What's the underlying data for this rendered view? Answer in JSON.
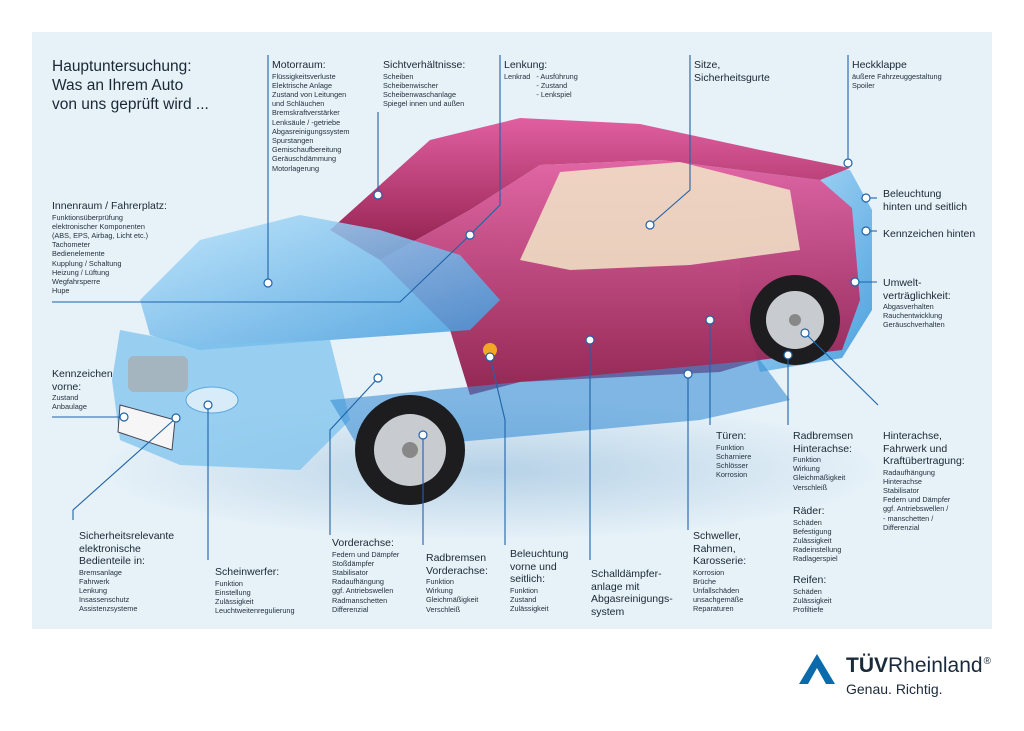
{
  "title": "Hauptuntersuchung:\nWas an Ihrem Auto\nvon uns geprüft wird ...",
  "sections": {
    "motorraum": {
      "heading": "Motorraum:",
      "items": [
        "Flüssigkeitsverluste",
        "Elektrische Anlage",
        "Zustand von Leitungen",
        "und Schläuchen",
        "Bremskraftverstärker",
        "Lenksäule / -getriebe",
        "Abgasreinigungssystem",
        "Spurstangen",
        "Gemischaufbereitung",
        "Geräuschdämmung",
        "Motorlagerung"
      ]
    },
    "sicht": {
      "heading": "Sichtverhältnisse:",
      "items": [
        "Scheiben",
        "Scheibenwischer",
        "Scheibenwaschanlage",
        "Spiegel innen und außen"
      ]
    },
    "lenkung": {
      "heading": "Lenkung:",
      "left": "Lenkrad",
      "items": [
        "- Ausführung",
        "- Zustand",
        "- Lenkspiel"
      ]
    },
    "sitze": {
      "heading": "Sitze,\nSicherheitsgurte"
    },
    "heckklappe": {
      "heading": "Heckklappe",
      "items": [
        "äußere Fahrzeuggestaltung",
        "Spoiler"
      ]
    },
    "innenraum": {
      "heading": "Innenraum / Fahrerplatz:",
      "items": [
        "Funktionsüberprüfung",
        "elektronischer Komponenten",
        "(ABS, EPS, Airbag, Licht etc.)",
        "Tachometer",
        "Bedienelemente",
        "Kupplung / Schaltung",
        "Heizung / Lüftung",
        "Wegfahrsperre",
        "Hupe"
      ]
    },
    "beleuchtung_hinten": {
      "heading": "Beleuchtung\nhinten und seitlich"
    },
    "kennzeichen_hinten": {
      "heading": "Kennzeichen hinten"
    },
    "umwelt": {
      "heading": "Umwelt-\nverträglichkeit:",
      "items": [
        "Abgasverhalten",
        "Rauchentwicklung",
        "Geräuschverhalten"
      ]
    },
    "kennzeichen_vorne": {
      "heading": "Kennzeichen\nvorne:",
      "items": [
        "Zustand",
        "Anbaulage"
      ]
    },
    "tueren": {
      "heading": "Türen:",
      "items": [
        "Funktion",
        "Scharniere",
        "Schlösser",
        "Korrosion"
      ]
    },
    "radbremsen_hinten": {
      "heading": "Radbremsen\nHinterachse:",
      "items": [
        "Funktion",
        "Wirkung",
        "Gleichmäßigkeit",
        "Verschleiß"
      ]
    },
    "hinterachse": {
      "heading": "Hinterachse,\nFahrwerk und\nKraftübertragung:",
      "items": [
        "Radaufhängung",
        "Hinterachse",
        "Stabilisator",
        "Federn und Dämpfer",
        "ggf. Antriebswellen /",
        "- manschetten /",
        "Differenzial"
      ]
    },
    "raeder": {
      "heading": "Räder:",
      "items": [
        "Schäden",
        "Befestigung",
        "Zulässigkeit",
        "Radeinstellung",
        "Radlagerspiel"
      ]
    },
    "reifen": {
      "heading": "Reifen:",
      "items": [
        "Schäden",
        "Zulässigkeit",
        "Profiltiefe"
      ]
    },
    "sicherheit": {
      "heading": "Sicherheitsrelevante\nelektronische\nBedienteile in:",
      "items": [
        "Bremsanlage",
        "Fahrwerk",
        "Lenkung",
        "Insassenschutz",
        "Assistenzsysteme"
      ]
    },
    "scheinwerfer": {
      "heading": "Scheinwerfer:",
      "items": [
        "Funktion",
        "Einstellung",
        "Zulässigkeit",
        "Leuchtweitenregulierung"
      ]
    },
    "vorderachse": {
      "heading": "Vorderachse:",
      "items": [
        "Federn und Dämpfer",
        "Stoßdämpfer",
        "Stabilisator",
        "Radaufhängung",
        "ggf. Antriebswellen",
        "Radmanschetten",
        "Differenzial"
      ]
    },
    "radbremsen_vorne": {
      "heading": "Radbremsen\nVorderachse:",
      "items": [
        "Funktion",
        "Wirkung",
        "Gleichmäßigkeit",
        "Verschleiß"
      ]
    },
    "beleuchtung_vorne": {
      "heading": "Beleuchtung\nvorne und\nseitlich:",
      "items": [
        "Funktion",
        "Zustand",
        "Zulässigkeit"
      ]
    },
    "schalldaempfer": {
      "heading": "Schalldämpfer-\nanlage mit\nAbgasreinigungs-\nsystem"
    },
    "schweller": {
      "heading": "Schweller,\nRahmen,\nKarosserie:",
      "items": [
        "Korrosion",
        "Brüche",
        "Unfallschäden",
        "unsachgemäße",
        "Reparaturen"
      ]
    }
  },
  "logo": {
    "brand_bold": "TÜV",
    "brand_rest": "Rheinland",
    "registered": "®",
    "slogan": "Genau. Richtig."
  },
  "colors": {
    "panel": "#e6f1f8",
    "line": "#1f63a8",
    "body": "#c0306e",
    "glass": "#5fb5ea",
    "logo": "#0a6aab"
  }
}
